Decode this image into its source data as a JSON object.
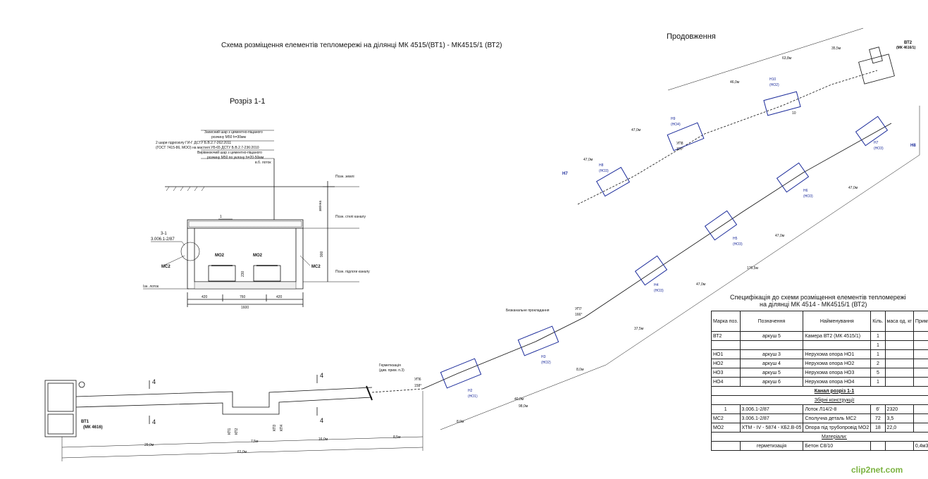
{
  "titles": {
    "main": "Схема розміщення елементів тепломережі на ділянці МК 4515/(ВТ1) - МК4515/1 (ВТ2)",
    "continuation": "Продовження",
    "section": "Розріз 1-1"
  },
  "section_view": {
    "layers": [
      "Захисний шар з цементно-піщаного",
      "розчину М50 h=30мм",
      "2 шари гідроізолу ГИ-Г ДСТУ Б.В.2.7-262:2011",
      "(ГОСТ 7415-86, МОО) на мастилі УБ-65 ДСТУ Б.В.2.7-236:2010",
      "Вирівнюючий шар з цементно-піщаного",
      "розчину М50 по уклону h=20-50мм",
      "в.б. лоток"
    ],
    "callout_1": "1",
    "ground_label": "Позн. землі",
    "ceiling_label": "Позн. стелі каналу",
    "floor_label": "Позн. підлоги каналу",
    "ref_3_1": "3-1",
    "ref_doc": "3.006.1-2/87",
    "mc2": "МС2",
    "mo2": "МО2",
    "tray": "Ізн. лоток",
    "dims": {
      "left": "420",
      "mid": "760",
      "right": "420",
      "total": "1600",
      "depth": "змінна",
      "height": "900",
      "sup": "230"
    }
  },
  "plan": {
    "bt1": "ВТ1",
    "bt1_ref": "(МК 4616)",
    "bt2": "ВТ2",
    "bt2_ref": "(МК 4616/1)",
    "cut4": "4",
    "kp": [
      "КП1",
      "КП2",
      "КП3",
      "КП4"
    ],
    "dims_bottom": [
      "29,0м",
      "7,5м",
      "16,0м",
      "8,5м",
      "61,0м"
    ],
    "herm": "Герметизація",
    "herm2": "(див. прим. п.3)",
    "uk6": "УП6",
    "uk6_ang": "158°",
    "unchannel": "Безканальне прокладання",
    "dims_diag": [
      "8,0м",
      "40,0м",
      "98,0м",
      "8,0м",
      "37,5м",
      "47,0м",
      "47,0м",
      "176,5м",
      "47,0м",
      "47,0м",
      "47,0м",
      "46,0м",
      "63,8м",
      "35,5м"
    ],
    "supports": [
      "Н2",
      "Н3",
      "Н4",
      "Н5",
      "Н6",
      "Н7",
      "Н8",
      "Н9",
      "Н10"
    ],
    "support_types": [
      "(НО1)",
      "(НО2)",
      "(НО3)",
      "(НО4)"
    ],
    "h7": "Н7",
    "h8": "Н8",
    "uk7": "УП7",
    "uk7_ang": "166°",
    "uk8": "УП8",
    "uk8_ang": "110°",
    "ten": "10"
  },
  "spec": {
    "title1": "Специфікація до схеми розміщення елементів тепломережі",
    "title2": "на ділянці МК 4514 - МК4515/1 (ВТ2)",
    "headers": [
      "Марка поз.",
      "Позначення",
      "Найменування",
      "Кіль.",
      "маса од. кг",
      "Примітка (всього)"
    ],
    "rows": [
      [
        "ВТ2",
        "аркуш 5",
        "Камера ВТ2 (МК 4515/1)",
        "1",
        "",
        ""
      ],
      [
        "",
        "",
        "",
        "1",
        "",
        ""
      ],
      [
        "НО1",
        "аркуш 3",
        "Нерухома опора НО1",
        "1",
        "",
        ""
      ],
      [
        "НО2",
        "аркуш 4",
        "Нерухома опора НО2",
        "2",
        "",
        ""
      ],
      [
        "НО3",
        "аркуш 5",
        "Нерухома опора НО3",
        "5",
        "",
        ""
      ],
      [
        "НО4",
        "аркуш 6",
        "Нерухома опора НО4",
        "1",
        "",
        ""
      ]
    ],
    "section_title": "Канал розріз 1-1",
    "sub1": "Збірні конструкції",
    "rows2": [
      [
        "1",
        "3.006.1-2/87",
        "Лоток Л14/2-8",
        "6'",
        "2320",
        ""
      ],
      [
        "МС2",
        "3.006.1-2/87",
        "Сполучна деталь МС2",
        "72",
        "3,5",
        ""
      ],
      [
        "МО2",
        "ХТМ - IV - 5874 - КБ2.В-05",
        "Опора під трубопровід МО2",
        "18",
        "22,0",
        ""
      ]
    ],
    "sub2": "Матеріали:",
    "rows3": [
      [
        "",
        "герметизація",
        "Бетон С8/10",
        "",
        "",
        "0,4м3"
      ]
    ]
  },
  "watermark": "clip2net.com",
  "colors": {
    "support": "#1a2a9a",
    "line": "#111111"
  }
}
